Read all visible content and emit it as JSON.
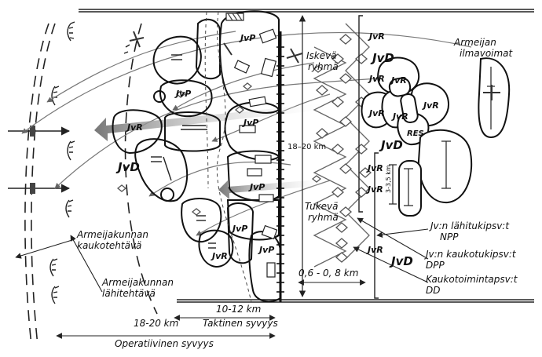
{
  "labels": {
    "air_force": [
      "Armeijan",
      "ilmavoimat"
    ],
    "striking_group": [
      "Iskevä",
      "ryhmä"
    ],
    "supporting_group": [
      "Tukevä",
      "ryhmä"
    ],
    "depth_18_20_center": "18–20 km",
    "corps_long_range": [
      "Armeijakunnan",
      "kaukotehtävä"
    ],
    "corps_close": [
      "Armeijakunnan",
      "lähitehtävä"
    ],
    "npp": [
      "Jv:n lähitukipsv:t",
      "NPP"
    ],
    "dpp": [
      "Jv:n kaukotukipsv:t",
      "DPP"
    ],
    "dd": [
      "Kaukotoimintapsv:t",
      "DD"
    ],
    "range_06_08": "0,6 - 0, 8 km",
    "range_3_35": "3-3,5 km",
    "tactical_km": "10-12 km",
    "tactical_label": "Taktinen syvyys",
    "operational_km": "18-20 km",
    "operational_label": "Operatiivinen syvyys",
    "reserve": "RES"
  },
  "units": {
    "jvr": "JvR",
    "jvp": "JvP",
    "jvd": "JvD"
  }
}
